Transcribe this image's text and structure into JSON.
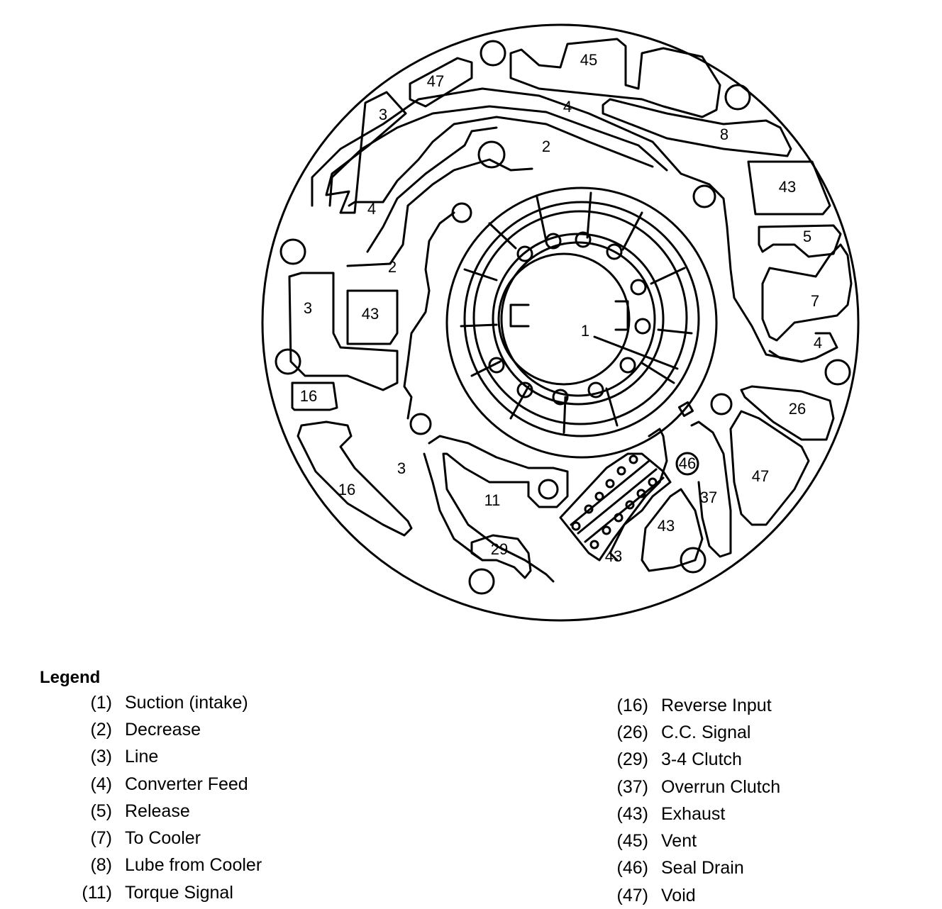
{
  "diagram": {
    "labels": {
      "p45": "45",
      "p47a": "47",
      "p3a": "3",
      "p4a": "4",
      "p8": "8",
      "p2a": "2",
      "p43a": "43",
      "p4b": "4",
      "p5": "5",
      "p2b": "2",
      "p3b": "3",
      "p43b": "43",
      "p7": "7",
      "p1": "1",
      "p4c": "4",
      "p16a": "16",
      "p26": "26",
      "p46": "46",
      "p3c": "3",
      "p47b": "47",
      "p16b": "16",
      "p11": "11",
      "p37": "37",
      "p43c": "43",
      "p29": "29",
      "p43d": "43"
    }
  },
  "legend": {
    "title": "Legend",
    "left": [
      {
        "num": "(1)",
        "text": "Suction (intake)"
      },
      {
        "num": "(2)",
        "text": "Decrease"
      },
      {
        "num": "(3)",
        "text": "Line"
      },
      {
        "num": "(4)",
        "text": "Converter Feed"
      },
      {
        "num": "(5)",
        "text": "Release"
      },
      {
        "num": "(7)",
        "text": "To Cooler"
      },
      {
        "num": "(8)",
        "text": "Lube from Cooler"
      },
      {
        "num": "(11)",
        "text": "Torque Signal"
      }
    ],
    "right": [
      {
        "num": "(16)",
        "text": "Reverse Input"
      },
      {
        "num": "(26)",
        "text": "C.C. Signal"
      },
      {
        "num": "(29)",
        "text": "3-4 Clutch"
      },
      {
        "num": "(37)",
        "text": "Overrun Clutch"
      },
      {
        "num": "(43)",
        "text": "Exhaust"
      },
      {
        "num": "(45)",
        "text": "Vent"
      },
      {
        "num": "(46)",
        "text": "Seal Drain"
      },
      {
        "num": "(47)",
        "text": "Void"
      }
    ]
  }
}
